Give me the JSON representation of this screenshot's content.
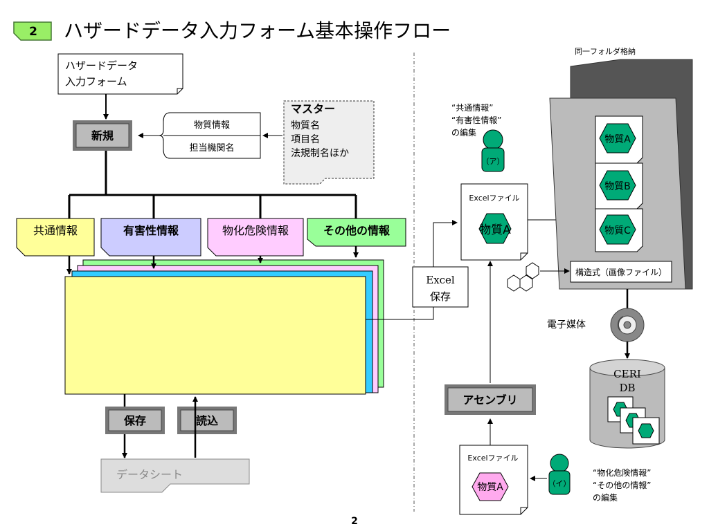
{
  "header": {
    "badge": "2",
    "title": "ハザードデータ入力フォーム基本操作フロー"
  },
  "left": {
    "form_box": [
      "ハザードデータ",
      "入力フォーム"
    ],
    "new_button": "新規",
    "brace_items": [
      "物質情報",
      "担当機関名"
    ],
    "master": {
      "title": "マスター",
      "lines": [
        "物質名",
        "項目名",
        "法規制名ほか"
      ]
    },
    "tabs": [
      "共通情報",
      "有害性情報",
      "物化危険情報",
      "その他の情報"
    ],
    "save_button": "保存",
    "load_button": "読込",
    "data_sheet": "データシート"
  },
  "middle": {
    "excel_save": [
      "Excel",
      "保存"
    ]
  },
  "right": {
    "folder_label": "同一フォルダ格納",
    "person_a": {
      "notes": [
        "“共通情報”",
        "“有害性情報”",
        "の編集"
      ],
      "label": "（ア）"
    },
    "person_i": {
      "notes": [
        "“物化危険情報”",
        "“その他の情報”",
        "の編集"
      ],
      "label": "（イ）"
    },
    "excel_file_top": {
      "label": "Excelファイル",
      "substance": "物質A"
    },
    "excel_file_bottom": {
      "label": "Excelファイル",
      "substance": "物質A"
    },
    "folder_substances": [
      "物質A",
      "物質B",
      "物質C"
    ],
    "structure_label": "構造式（画像ファイル）",
    "media_label": "電子媒体",
    "db": [
      "CERI",
      "DB"
    ],
    "assembly_button": "アセンブリ"
  },
  "footer": {
    "page_number": "2"
  },
  "colors": {
    "badge_green": "#99ee66",
    "tab_yellow": "#ffff99",
    "tab_purple": "#ccccff",
    "tab_pink": "#ffccff",
    "tab_green": "#99ff99",
    "sheet_yellow": "#ffff99",
    "sheet_cyan": "#33ccff",
    "hex_green": "#00aa77",
    "hex_pink": "#ffaaee",
    "button_gray": "#999999"
  }
}
